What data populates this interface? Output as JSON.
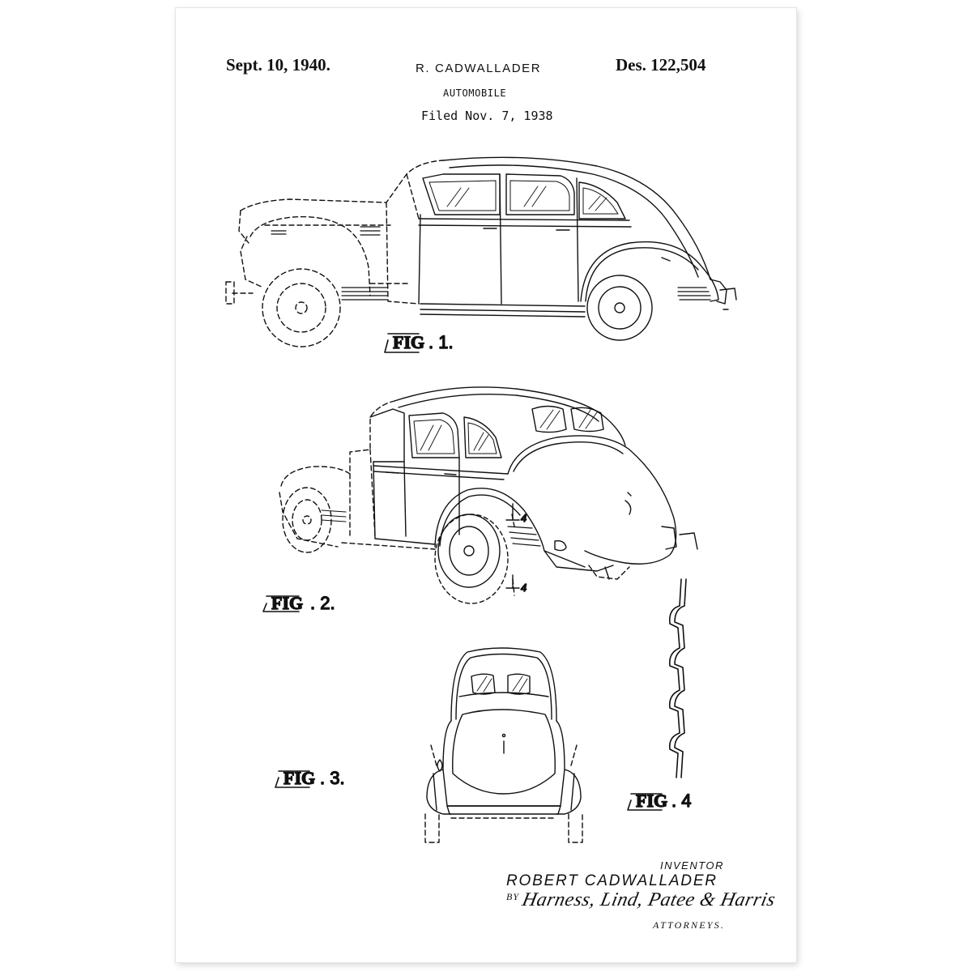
{
  "header": {
    "date": "Sept. 10, 1940.",
    "inventor_short": "R. CADWALLADER",
    "patent_number": "Des. 122,504",
    "subject": "AUTOMOBILE",
    "filed": "Filed Nov. 7, 1938"
  },
  "figures": [
    {
      "label": "FIG",
      "number": ". 1."
    },
    {
      "label": "FIG",
      "number": ". 2."
    },
    {
      "label": "FIG",
      "number": ". 3."
    },
    {
      "label": "FIG",
      "number": ". 4"
    }
  ],
  "section_marks": [
    "4",
    "4"
  ],
  "signature": {
    "inventor_label": "INVENTOR",
    "inventor_name": "ROBERT   CADWALLADER",
    "by": "BY",
    "attorneys_signature": "Harness, Lind, Patee & Harris",
    "attorneys_label": "ATTORNEYS."
  },
  "colors": {
    "ink": "#111111",
    "paper": "#ffffff"
  }
}
